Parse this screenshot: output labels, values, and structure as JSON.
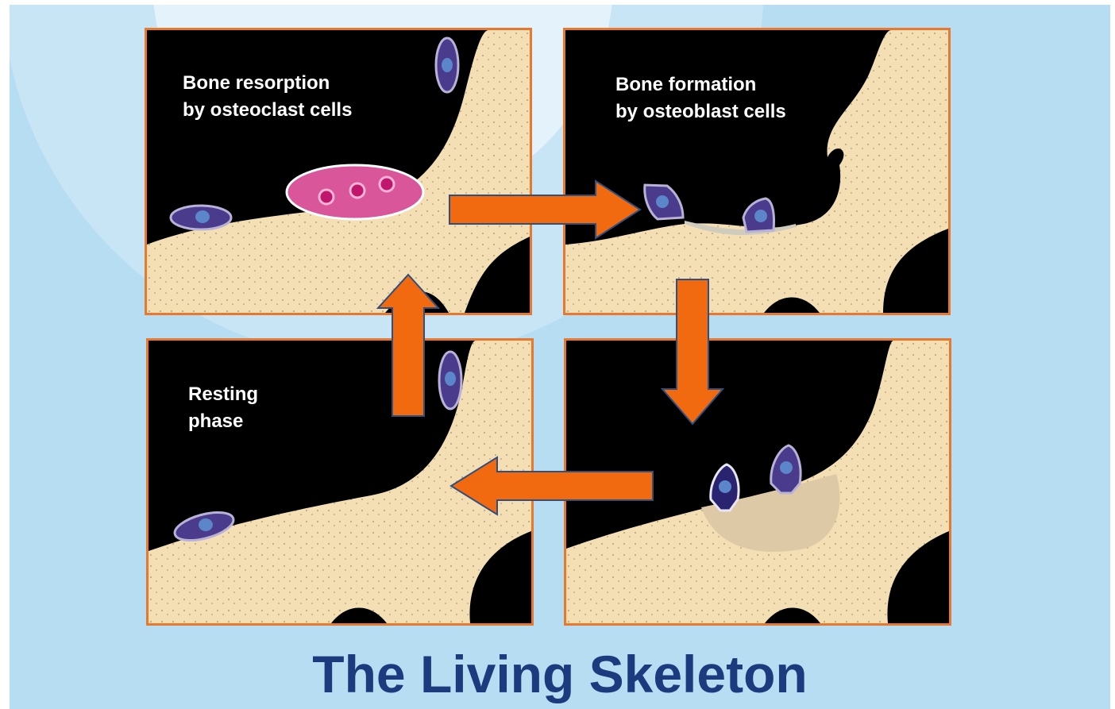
{
  "title": "The Living Skeleton",
  "panels": {
    "resorption": {
      "line1": "Bone resorption",
      "line2": "by osteoclast cells"
    },
    "formation": {
      "line1": "Bone formation",
      "line2": "by osteoblast cells"
    },
    "resting": {
      "line1": "Resting",
      "line2": "phase"
    },
    "mineralization": {}
  },
  "colors": {
    "background": "#b6ddf2",
    "panel_border": "#e8782e",
    "arrow_fill": "#f26a10",
    "arrow_outline": "#2f4f7f",
    "bone": "#f3dfb3",
    "title": "#1c3a7e",
    "osteoclast": "#d9569a",
    "osteoblast": "#4a3b8c"
  }
}
